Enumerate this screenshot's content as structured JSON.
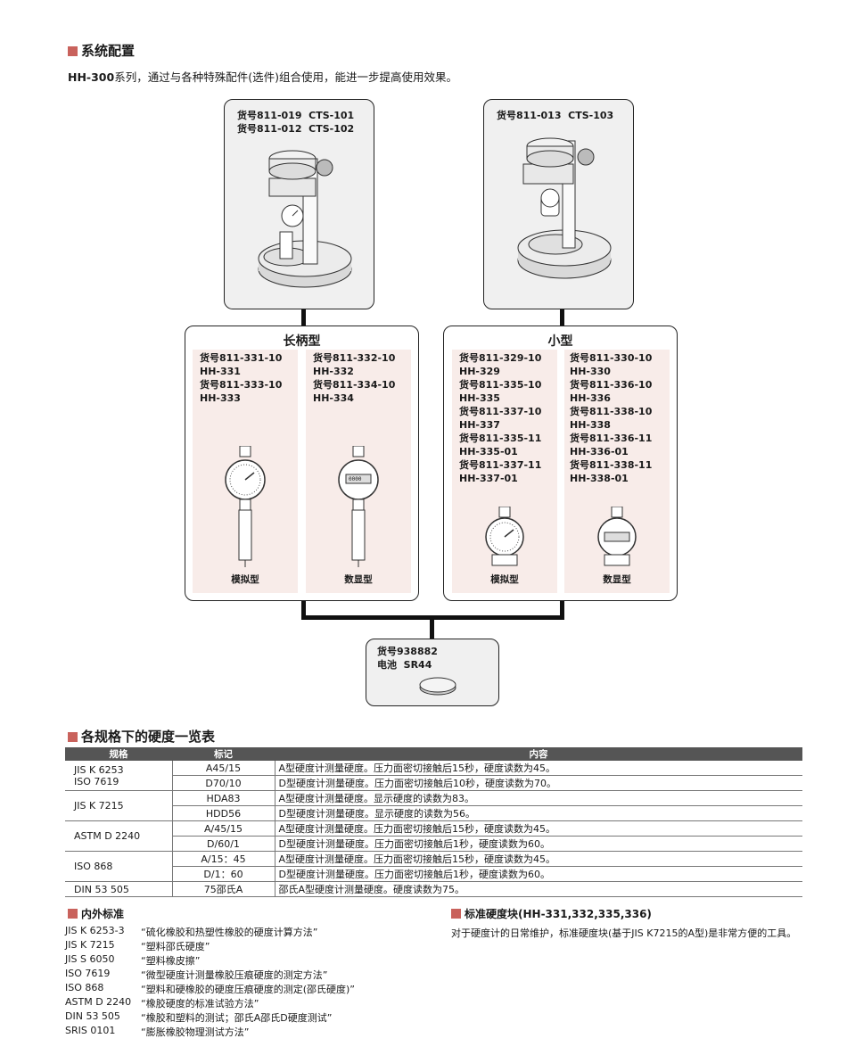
{
  "system": {
    "title": "系统配置",
    "intro_model": "HH-300",
    "intro_rest": "系列，通过与各种特殊配件(选件)组合使用，能进一步提高使用效果。",
    "stand_left": "货号811-019  CTS-101\n货号811-012  CTS-102",
    "stand_right": "货号811-013  CTS-103",
    "group_long": {
      "title": "长柄型",
      "analog_parts": "货号811-331-10\nHH-331\n货号811-333-10\nHH-333",
      "digital_parts": "货号811-332-10\nHH-332\n货号811-334-10\nHH-334",
      "analog_caption": "模拟型",
      "digital_caption": "数显型"
    },
    "group_small": {
      "title": "小型",
      "analog_parts": "货号811-329-10\nHH-329\n货号811-335-10\nHH-335\n货号811-337-10\nHH-337\n货号811-335-11\nHH-335-01\n货号811-337-11\nHH-337-01",
      "digital_parts": "货号811-330-10\nHH-330\n货号811-336-10\nHH-336\n货号811-338-10\nHH-338\n货号811-336-11\nHH-336-01\n货号811-338-11\nHH-338-01",
      "analog_caption": "模拟型",
      "digital_caption": "数显型"
    },
    "battery": "货号938882\n电池  SR44",
    "digital_readout": "0000"
  },
  "hardness": {
    "title": "各规格下的硬度一览表",
    "headers": [
      "规格",
      "标记",
      "内容"
    ],
    "rows": [
      {
        "std": "JIS K 6253\nISO 7619",
        "marks": [
          "A45/15",
          "D70/10"
        ],
        "contents": [
          "A型硬度计测量硬度。压力面密切接触后15秒，硬度读数为45。",
          "D型硬度计测量硬度。压力面密切接触后10秒，硬度读数为70。"
        ]
      },
      {
        "std": "JIS K 7215",
        "marks": [
          "HDA83",
          "HDD56"
        ],
        "contents": [
          "A型硬度计测量硬度。显示硬度的读数为83。",
          "D型硬度计测量硬度。显示硬度的读数为56。"
        ]
      },
      {
        "std": "ASTM D 2240",
        "marks": [
          "A/45/15",
          "D/60/1"
        ],
        "contents": [
          "A型硬度计测量硬度。压力面密切接触后15秒，硬度读数为45。",
          "D型硬度计测量硬度。压力面密切接触后1秒，硬度读数为60。"
        ]
      },
      {
        "std": "ISO 868",
        "marks": [
          "A/15：45",
          "D/1：60"
        ],
        "contents": [
          "A型硬度计测量硬度。压力面密切接触后15秒，硬度读数为45。",
          "D型硬度计测量硬度。压力面密切接触后1秒，硬度读数为60。"
        ]
      },
      {
        "std": "DIN 53 505",
        "marks": [
          "75邵氏A"
        ],
        "contents": [
          "邵氏A型硬度计测量硬度。硬度读数为75。"
        ]
      }
    ]
  },
  "standards": {
    "title": "内外标准",
    "items": [
      {
        "code": "JIS K 6253-3",
        "name": "“硫化橡胶和热塑性橡胶的硬度计算方法”"
      },
      {
        "code": "JIS K 7215",
        "name": "“塑料邵氏硬度”"
      },
      {
        "code": "JIS S 6050",
        "name": "“塑料橡皮擦”"
      },
      {
        "code": "ISO 7619",
        "name": "“微型硬度计测量橡胶压痕硬度的测定方法”"
      },
      {
        "code": "ISO 868",
        "name": "“塑料和硬橡胶的硬度压痕硬度的测定(邵氏硬度)”"
      },
      {
        "code": "ASTM D 2240",
        "name": "“橡胶硬度的标准试验方法”"
      },
      {
        "code": "DIN 53 505",
        "name": "“橡胶和塑料的测试；邵氏A邵氏D硬度测试”"
      },
      {
        "code": "SRIS 0101",
        "name": "“膨胀橡胶物理测试方法”"
      }
    ]
  },
  "blocks": {
    "title": "标准硬度块(HH-331,332,335,336)",
    "text": "对于硬度计的日常维护，标准硬度块(基于JIS K7215的A型)是非常方便的工具。"
  },
  "colors": {
    "accent": "#c9625c",
    "panel_pink": "#f8ece9",
    "table_header": "#555555"
  }
}
